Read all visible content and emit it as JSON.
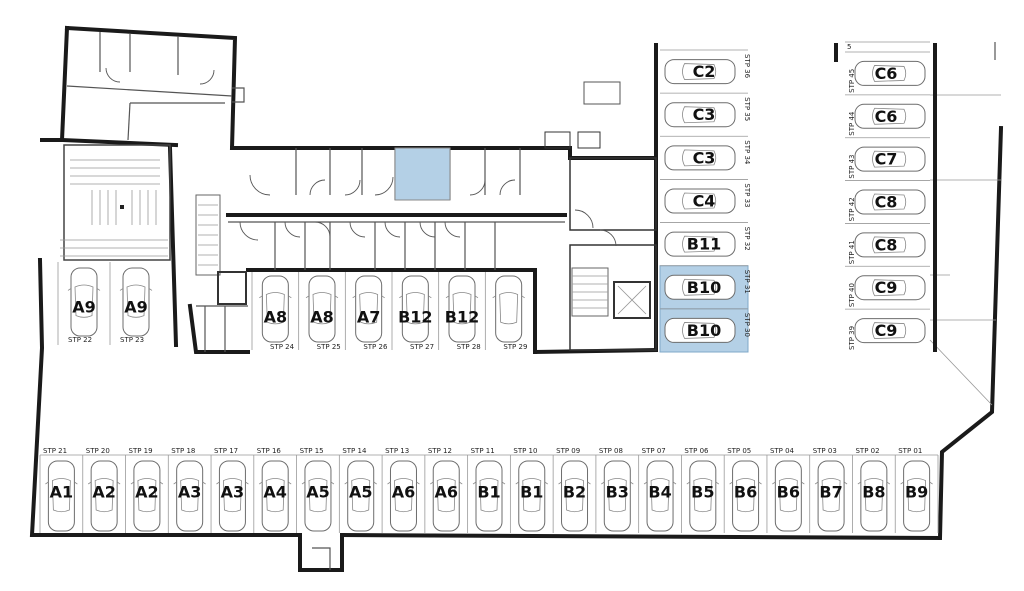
{
  "colors": {
    "highlight": "#b4d0e6",
    "wall": "#1a1a1a",
    "car_outline": "#6d6d6d",
    "background": "#ffffff"
  },
  "bottom_row": [
    {
      "stp": "STP 21",
      "label": "A1"
    },
    {
      "stp": "STP 20",
      "label": "A2"
    },
    {
      "stp": "STP 19",
      "label": "A2"
    },
    {
      "stp": "STP 18",
      "label": "A3"
    },
    {
      "stp": "STP 17",
      "label": "A3"
    },
    {
      "stp": "STP 16",
      "label": "A4"
    },
    {
      "stp": "STP 15",
      "label": "A5"
    },
    {
      "stp": "STP 14",
      "label": "A5"
    },
    {
      "stp": "STP 13",
      "label": "A6"
    },
    {
      "stp": "STP 12",
      "label": "A6"
    },
    {
      "stp": "STP 11",
      "label": "B1"
    },
    {
      "stp": "STP 10",
      "label": "B1"
    },
    {
      "stp": "STP 09",
      "label": "B2"
    },
    {
      "stp": "STP 08",
      "label": "B3"
    },
    {
      "stp": "STP 07",
      "label": "B4"
    },
    {
      "stp": "STP 06",
      "label": "B5"
    },
    {
      "stp": "STP 05",
      "label": "B6"
    },
    {
      "stp": "STP 04",
      "label": "B6"
    },
    {
      "stp": "STP 03",
      "label": "B7"
    },
    {
      "stp": "STP 02",
      "label": "B8"
    },
    {
      "stp": "STP 01",
      "label": "B9"
    }
  ],
  "middle_row": [
    {
      "stp": "STP 24",
      "label": "A8"
    },
    {
      "stp": "STP 25",
      "label": "A8"
    },
    {
      "stp": "STP 26",
      "label": "A7"
    },
    {
      "stp": "STP 27",
      "label": "B12"
    },
    {
      "stp": "STP 28",
      "label": "B12"
    },
    {
      "stp": "STP 29",
      "label": ""
    }
  ],
  "left_row": [
    {
      "stp": "STP 22",
      "label": "A9"
    },
    {
      "stp": "STP 23",
      "label": "A9"
    }
  ],
  "c_column": [
    {
      "stp": "STP 36",
      "label": "C2",
      "highlighted": false
    },
    {
      "stp": "STP 35",
      "label": "C3",
      "highlighted": false
    },
    {
      "stp": "STP 34",
      "label": "C3",
      "highlighted": false
    },
    {
      "stp": "STP 33",
      "label": "C4",
      "highlighted": false
    },
    {
      "stp": "STP 32",
      "label": "B11",
      "highlighted": false
    },
    {
      "stp": "STP 31",
      "label": "B10",
      "highlighted": true
    },
    {
      "stp": "STP 30",
      "label": "B10",
      "highlighted": true
    }
  ],
  "right_column": [
    {
      "stp": "5",
      "label": ""
    },
    {
      "stp": "STP 45",
      "label": "C6"
    },
    {
      "stp": "STP 44",
      "label": "C6"
    },
    {
      "stp": "STP 43",
      "label": "C7"
    },
    {
      "stp": "STP 42",
      "label": "C8"
    },
    {
      "stp": "STP 41",
      "label": "C8"
    },
    {
      "stp": "STP 40",
      "label": "C9"
    },
    {
      "stp": "STP 39",
      "label": "C9"
    }
  ]
}
